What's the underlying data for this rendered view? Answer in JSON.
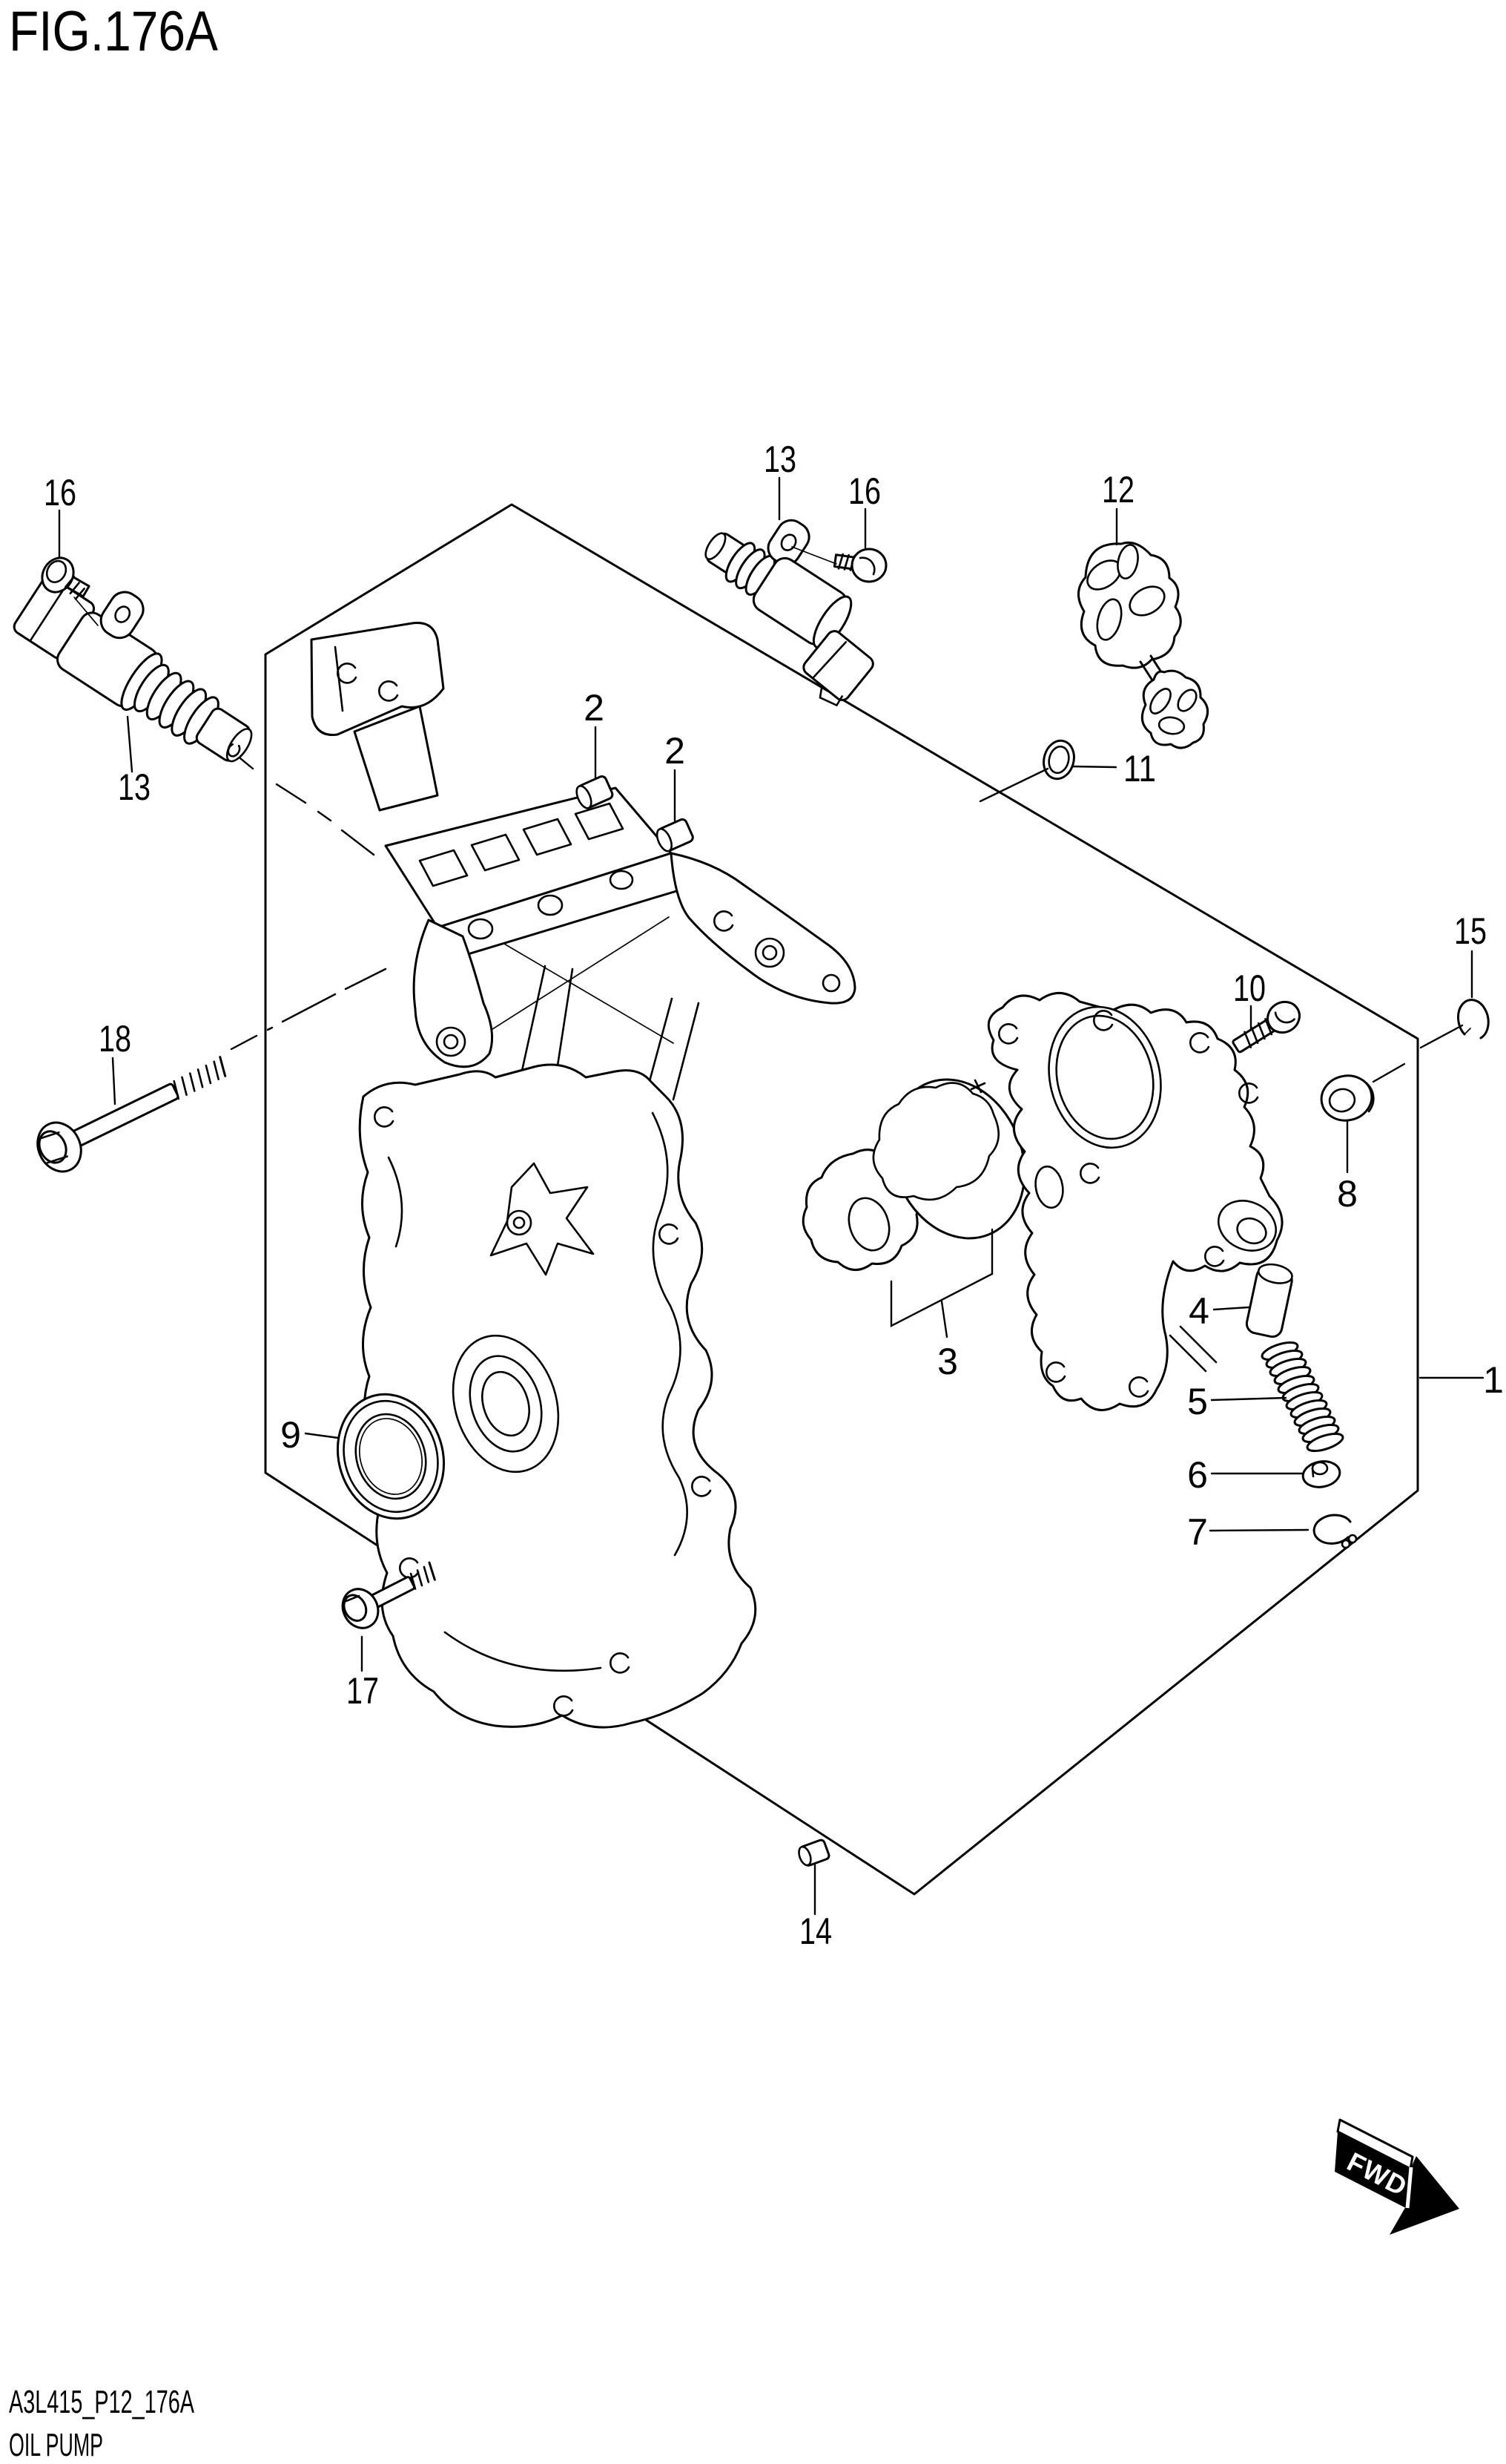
{
  "figure": {
    "title": "FIG.176A"
  },
  "callouts": {
    "bolt_16_left": "16",
    "valve_13_left": "13",
    "valve_13_top": "13",
    "bolt_16_top": "16",
    "gasket_12": "12",
    "oring_11": "11",
    "pin_2_left": "2",
    "pin_2_right": "2",
    "bolt_18": "18",
    "ring_15": "15",
    "bolt_10": "10",
    "bushing_8": "8",
    "assembly_1": "1",
    "pin_4": "4",
    "spring_5": "5",
    "retainer_6": "6",
    "ring_7": "7",
    "rotor_set_3": "3",
    "seal_9": "9",
    "bolt_17": "17",
    "pin_14": "14"
  },
  "fwd_marker": {
    "label": "FWD"
  },
  "footer": {
    "code": "A3L415_P12_176A",
    "caption": "OIL PUMP"
  },
  "colors": {
    "line": "#000000",
    "background": "#ffffff"
  }
}
